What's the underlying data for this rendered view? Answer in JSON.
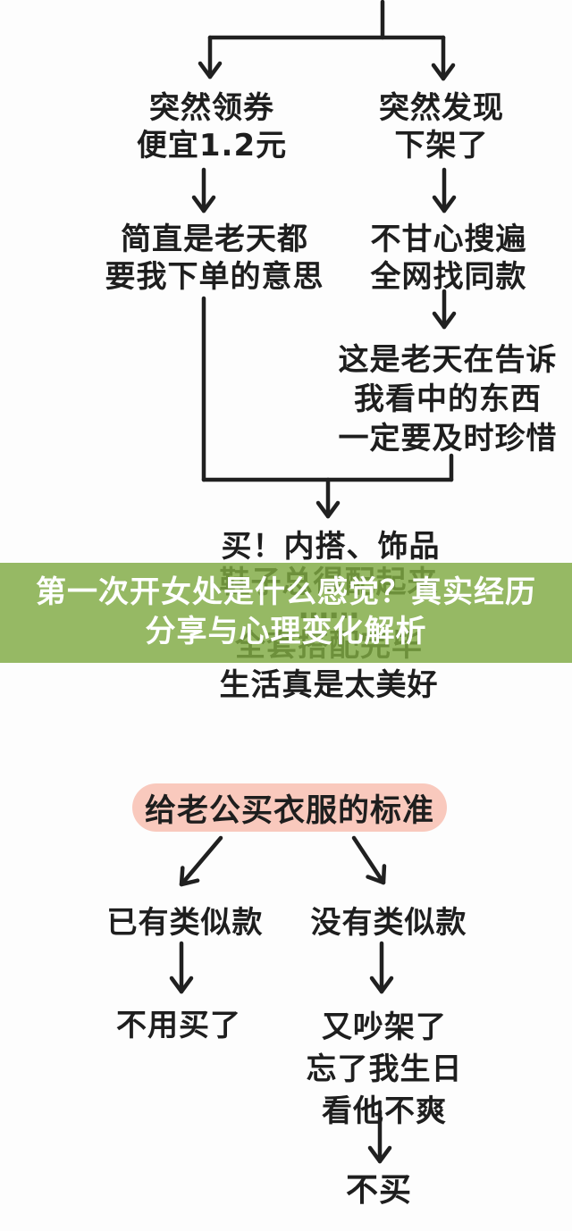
{
  "colors": {
    "background": "#fdfdfd",
    "ink": "#202020",
    "banner_bg_rgba": "rgba(127,170,66,0.82)",
    "banner_text": "#ffffff",
    "pill_bg": "#f9c9bd"
  },
  "top_chart": {
    "left": {
      "n1l1": "突然领券",
      "n1l2": "便宜1.2元",
      "n2l1": "简直是老天都",
      "n2l2": "要我下单的意思"
    },
    "right": {
      "n1l1": "突然发现",
      "n1l2": "下架了",
      "n2l1": "不甘心搜遍",
      "n2l2": "全网找同款",
      "n3l1": "这是老天在告诉",
      "n3l2": "我看中的东西",
      "n3l3": "一定要及时珍惜"
    },
    "merged": {
      "m1": "买！内搭、饰品",
      "m2": "鞋子总得配起来",
      "m3": "……",
      "m4": "全套搭配完毕",
      "m5": "生活真是太美好"
    }
  },
  "banner": {
    "l1": "第一次开女处是什么感觉？真实经历",
    "l2": "分享与心理变化解析"
  },
  "bottom_chart": {
    "title": "给老公买衣服的标准",
    "left": {
      "n1": "已有类似款",
      "n2": "不用买了"
    },
    "right": {
      "n1": "没有类似款",
      "n2l1": "又吵架了",
      "n2l2": "忘了我生日",
      "n2l3": "看他不爽",
      "n3": "不买"
    }
  }
}
